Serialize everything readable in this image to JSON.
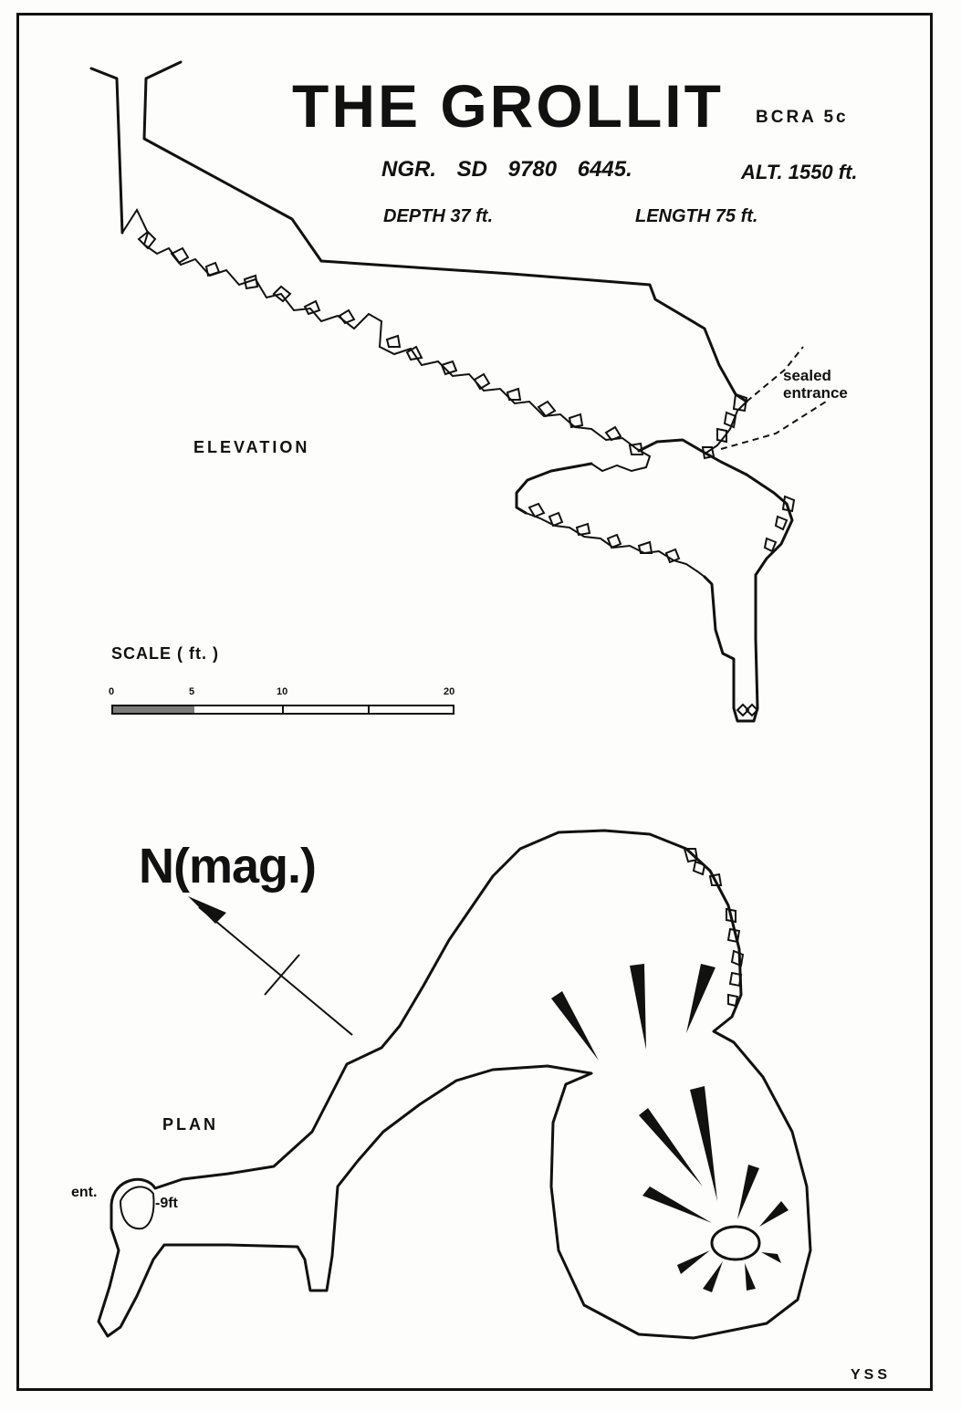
{
  "title": "THE GROLLIT",
  "grade": "BCRA 5c",
  "location": {
    "ngr_label": "NGR.",
    "ngr_value": "SD 9780 6445.",
    "altitude": "ALT. 1550 ft."
  },
  "dimensions": {
    "depth": "DEPTH 37 ft.",
    "length": "LENGTH 75 ft."
  },
  "labels": {
    "sealed_entrance": "sealed entrance",
    "elevation": "ELEVATION",
    "plan": "PLAN",
    "entrance": "ent.",
    "entrance_depth": "-9ft",
    "north": "N(mag.)",
    "author": "YSS"
  },
  "scale": {
    "label": "SCALE ( ft. )",
    "ticks": [
      "0",
      "5",
      "10",
      "20"
    ]
  },
  "icons": {
    "north_arrow": "north-arrow-icon"
  }
}
